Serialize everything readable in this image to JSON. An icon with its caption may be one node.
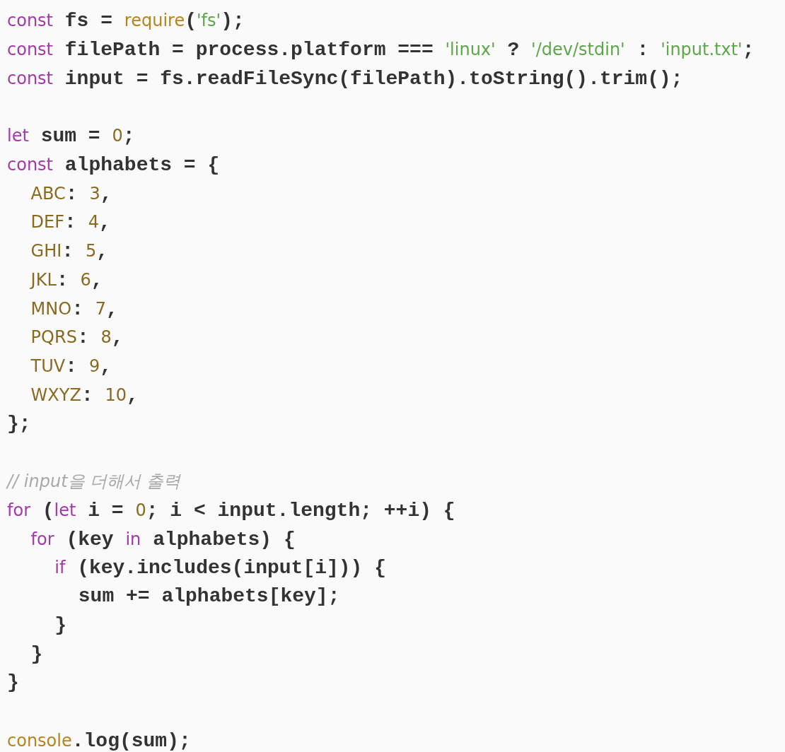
{
  "diagram": {
    "labels": [
      "const fs = require('fs');",
      "const filePath = process.platform === 'linux' ? '/dev/stdin' : 'input.txt';",
      "const input = fs.readFileSync(filePath).toString().trim();",
      "let sum = 0;",
      "const alphabets = {",
      "  ABC: 3,",
      "  DEF: 4,",
      "  GHI: 5,",
      "  JKL: 6,",
      "  MNO: 7,",
      "  PQRS: 8,",
      "  TUV: 9,",
      "  WXYZ: 10,",
      "};",
      "// input을 더해서 출력",
      "for (let i = 0; i < input.length; ++i) {",
      "  for (key in alphabets) {",
      "    if (key.includes(input[i])) {",
      "      sum += alphabets[key];",
      "    }",
      "  }",
      "}",
      "console.log(sum);"
    ]
  }
}
